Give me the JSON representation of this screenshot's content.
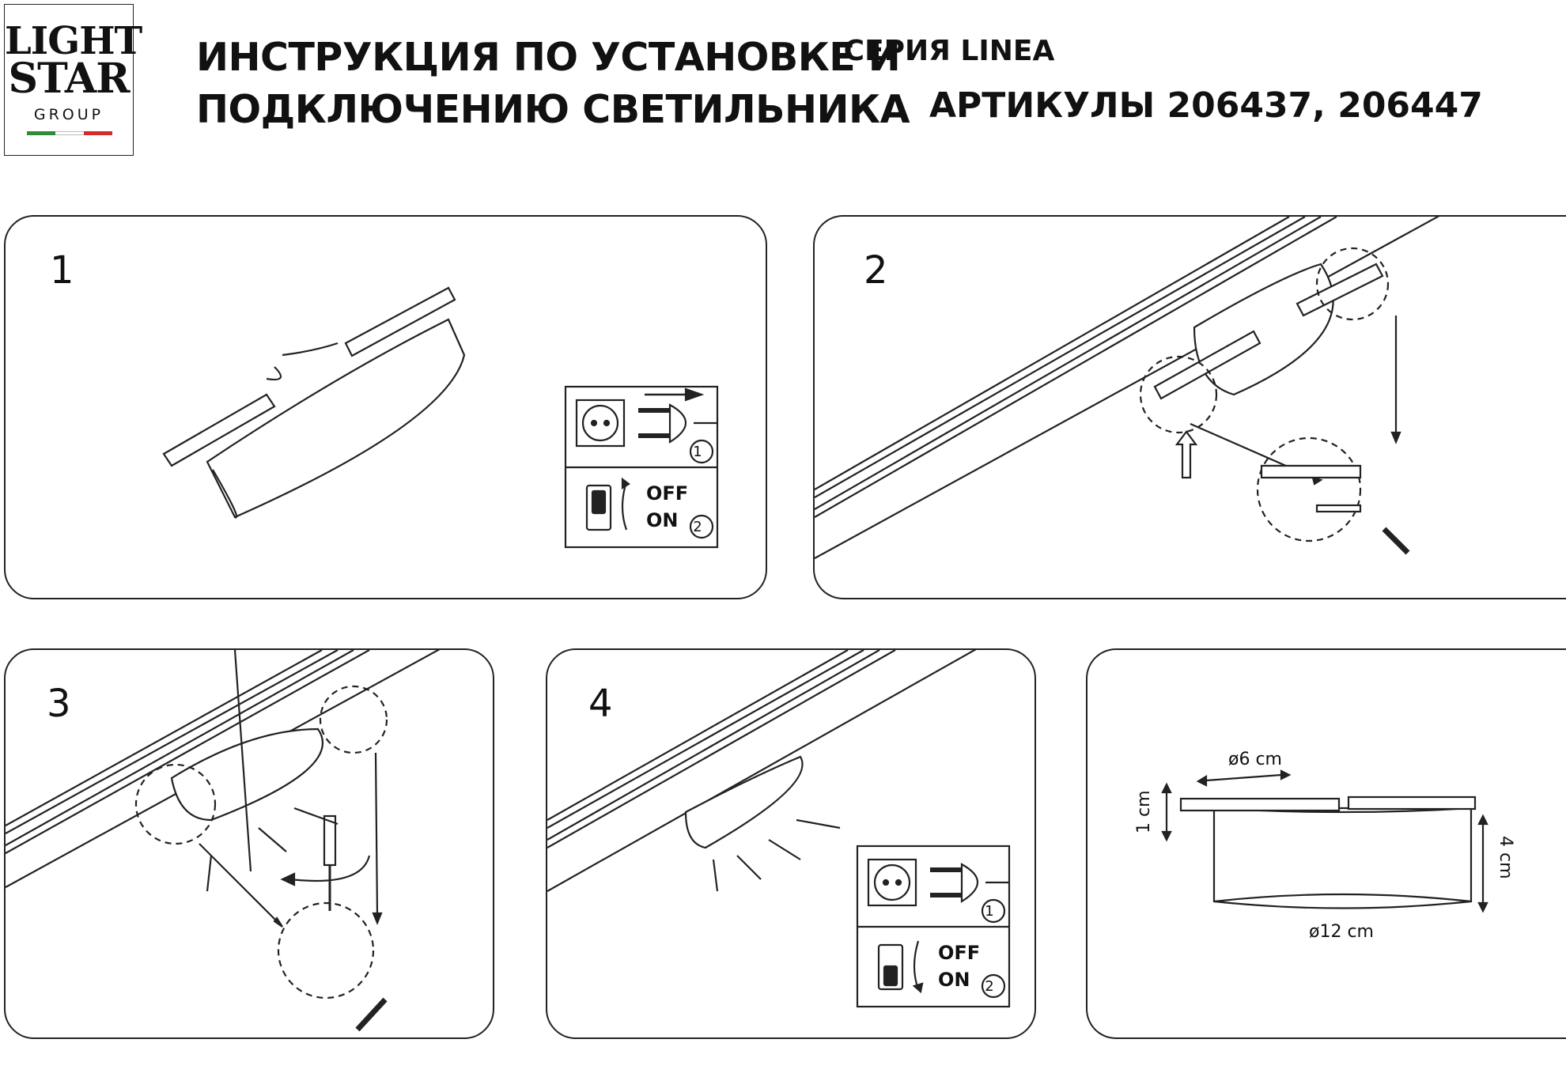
{
  "logo": {
    "line1": "LIGHT",
    "line2": "STAR",
    "line3": "GROUP",
    "flag_colors": [
      "#2e8b3a",
      "#ffffff",
      "#d42a2a"
    ]
  },
  "header": {
    "title_line1": "ИНСТРУКЦИЯ ПО УСТАНОВКЕ И",
    "title_line2": "ПОДКЛЮЧЕНИЮ СВЕТИЛЬНИКА",
    "series": "СЕРИЯ LINEA",
    "articles": "АРТИКУЛЫ 206437, 206447"
  },
  "steps": [
    {
      "number": "1"
    },
    {
      "number": "2"
    },
    {
      "number": "3"
    },
    {
      "number": "4"
    }
  ],
  "power_box": {
    "off_label": "OFF",
    "on_label": "ON",
    "step1": "1",
    "step2": "2"
  },
  "dimensions": {
    "connector_diameter": "ø6 cm",
    "connector_height": "1 cm",
    "body_height": "4 cm",
    "body_diameter": "ø12 cm"
  }
}
